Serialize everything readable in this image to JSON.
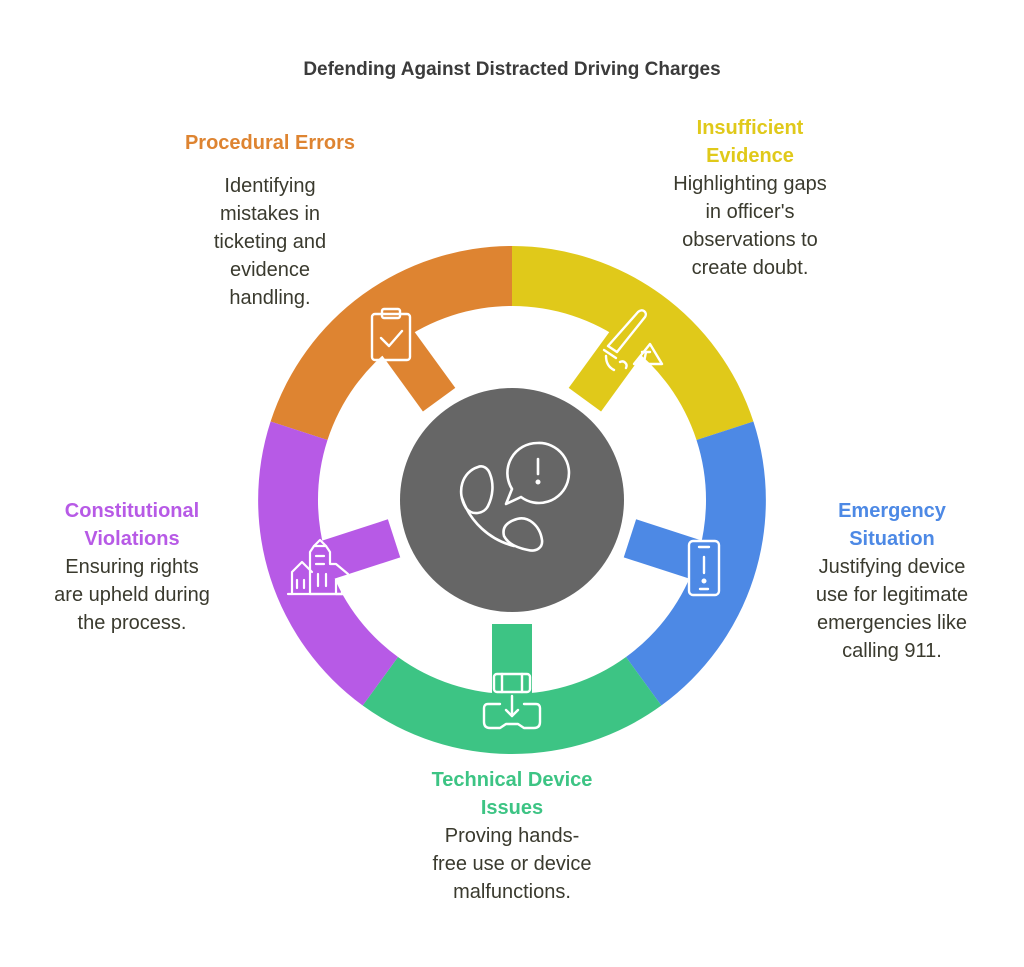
{
  "title": "Defending Against Distracted Driving Charges",
  "colors": {
    "center": "#666666",
    "procedural": "#DE8431",
    "insufficient": "#E0C91A",
    "emergency": "#4D89E5",
    "technical": "#3DC484",
    "constitutional": "#B75AE6",
    "icon_stroke": "#ffffff",
    "description_text": "#3a3a2e"
  },
  "center_icon": "phone-with-alert-bubble-icon",
  "segments": [
    {
      "key": "procedural",
      "title": "Procedural Errors",
      "description": [
        "Identifying",
        "mistakes in",
        "ticketing and",
        "evidence",
        "handling."
      ],
      "icon": "clipboard-check-icon"
    },
    {
      "key": "insufficient",
      "title": [
        "Insufficient",
        "Evidence"
      ],
      "description": [
        "Highlighting gaps",
        "in officer's",
        "observations to",
        "create doubt."
      ],
      "icon": "evidence-marker-icon"
    },
    {
      "key": "emergency",
      "title": [
        "Emergency",
        "Situation"
      ],
      "description": [
        "Justifying device",
        "use for legitimate",
        "emergencies like",
        "calling 911."
      ],
      "icon": "smartphone-alert-icon"
    },
    {
      "key": "technical",
      "title": [
        "Technical Device",
        "Issues"
      ],
      "description": [
        "Proving hands-",
        "free use or device",
        "malfunctions."
      ],
      "icon": "device-transfer-icon"
    },
    {
      "key": "constitutional",
      "title": [
        "Constitutional",
        "Violations"
      ],
      "description": [
        "Ensuring rights",
        "are upheld during",
        "the process."
      ],
      "icon": "courthouse-buildings-icon"
    }
  ]
}
